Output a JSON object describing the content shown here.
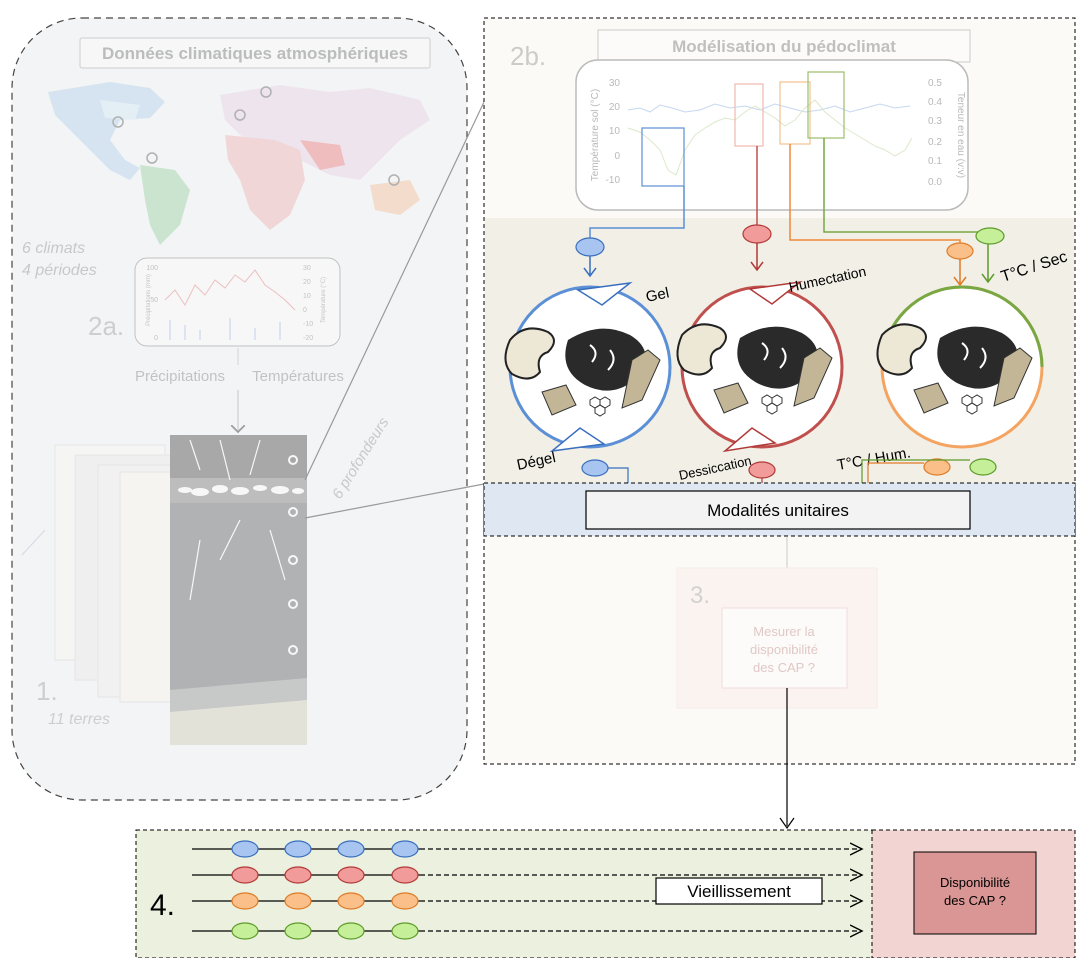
{
  "panel1": {
    "title": "Données climatiques atmosphériques",
    "climates": "6 climats",
    "periods": "4 périodes",
    "step2a": "2a.",
    "mini_ylabel_left": "Précipitations (mm)",
    "mini_ylabel_right": "Température (°C)",
    "mini_left_ticks": [
      "100",
      "50",
      "0"
    ],
    "mini_right_ticks": [
      "30",
      "20",
      "10",
      "0",
      "-10",
      "-20"
    ],
    "precip_label": "Précipitations",
    "temp_label": "Températures",
    "depths": "6 profondeurs",
    "step1": "1.",
    "soils": "11 terres"
  },
  "panel2b": {
    "step": "2b.",
    "title": "Modélisation du pédoclimat",
    "ylabel_left": "Température sol (°C)",
    "ylabel_right": "Teneur en eau (v:v)",
    "left_ticks": [
      "30",
      "20",
      "10",
      "0",
      "-10"
    ],
    "right_ticks": [
      "0.5",
      "0.4",
      "0.3",
      "0.2",
      "0.1",
      "0.0"
    ],
    "labels": {
      "gel": "Gel",
      "degel": "Dégel",
      "humectation": "Humectation",
      "dessiccation": "Dessiccation",
      "tc_sec": "T°C / Sec",
      "tc_hum": "T°C / Hum."
    },
    "modalites": "Modalités unitaires"
  },
  "panel3": {
    "step": "3.",
    "box_text": [
      "Mesurer la",
      "disponibilité",
      "des CAP ?"
    ]
  },
  "panel4": {
    "step": "4.",
    "vieillissement": "Vieillissement",
    "result": [
      "Disponibilité",
      "des CAP ?"
    ]
  },
  "colors": {
    "blue": "#5b8fd6",
    "red": "#c0504d",
    "orange": "#f4a460",
    "green": "#77a843",
    "blue_fill": "#a8c4f0",
    "red_fill": "#f29b9b",
    "orange_fill": "#fbc08a",
    "green_fill": "#c6ef9a"
  }
}
